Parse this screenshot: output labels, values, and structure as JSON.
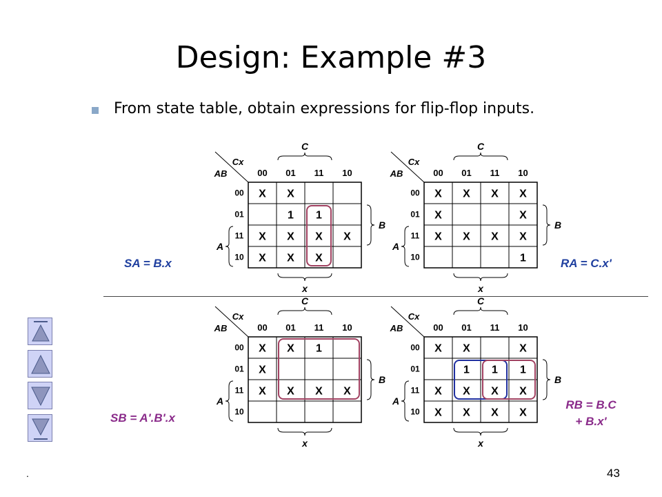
{
  "slide": {
    "title": "Design: Example #3",
    "bullet": "From state table, obtain expressions for flip-flop inputs.",
    "page_number": "43",
    "footer_mark": "."
  },
  "kmap_labels": {
    "row_var": "AB",
    "col_var": "Cx",
    "col_headers": [
      "00",
      "01",
      "11",
      "10"
    ],
    "row_headers": [
      "00",
      "01",
      "11",
      "10"
    ],
    "top_var": "C",
    "right_var": "B",
    "left_var": "A",
    "bottom_var": "x"
  },
  "kmaps": [
    {
      "name": "SA",
      "cells": [
        [
          "X",
          "X",
          "",
          ""
        ],
        [
          "",
          "1",
          "1",
          ""
        ],
        [
          "X",
          "X",
          "X",
          "X"
        ],
        [
          "X",
          "X",
          "X",
          ""
        ]
      ],
      "equation": "SA = B.x",
      "equation_color": "#1f3f9f"
    },
    {
      "name": "RA",
      "cells": [
        [
          "X",
          "X",
          "X",
          "X"
        ],
        [
          "X",
          "",
          "",
          "X"
        ],
        [
          "X",
          "X",
          "X",
          "X"
        ],
        [
          "",
          "",
          "",
          "1"
        ]
      ],
      "equation": "RA = C.x'",
      "equation_color": "#1f3f9f"
    },
    {
      "name": "SB",
      "cells": [
        [
          "X",
          "X",
          "1",
          ""
        ],
        [
          "X",
          "",
          "",
          ""
        ],
        [
          "X",
          "X",
          "X",
          "X"
        ],
        [
          "",
          "",
          "",
          ""
        ]
      ],
      "equation": "SB = A'.B'.x",
      "equation_color": "#8a2b8a"
    },
    {
      "name": "RB",
      "cells": [
        [
          "X",
          "X",
          "",
          "X"
        ],
        [
          "",
          "1",
          "1",
          "1"
        ],
        [
          "X",
          "X",
          "X",
          "X"
        ],
        [
          "X",
          "X",
          "X",
          "X"
        ]
      ],
      "equation_line1": "RB = B.C",
      "equation_line2": "+ B.x'",
      "equation_color": "#8a2b8a"
    }
  ],
  "nav_buttons": [
    "first-slide",
    "previous-slide",
    "next-slide",
    "last-slide"
  ]
}
